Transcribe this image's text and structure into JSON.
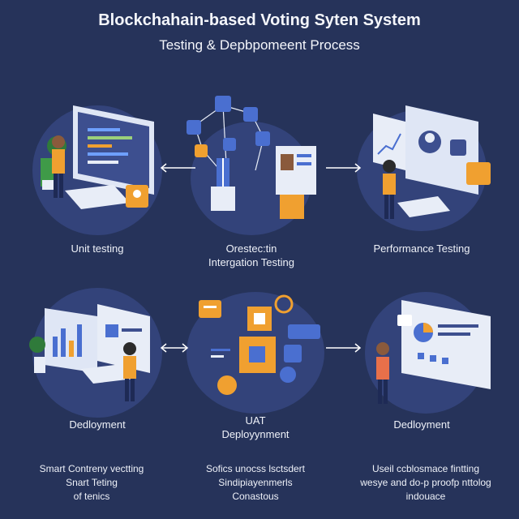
{
  "header": {
    "title": "Blockchahain-based Voting Syten System",
    "subtitle": "Testing & Depbpomeent Process"
  },
  "stages": [
    {
      "label": "Unit testing"
    },
    {
      "label_line1": "Orestec:tin",
      "label_line2": "Intergation Testing"
    },
    {
      "label": "Performance Testing"
    },
    {
      "label": "Dedloyment"
    },
    {
      "label_line1": "UAT",
      "label_line2": "Deployynment"
    },
    {
      "label": "Dedloyment"
    }
  ],
  "footer": [
    {
      "line1": "Smart Contreny vectting",
      "line2": "Snart Teting",
      "line3": "of tenics"
    },
    {
      "line1": "Sofics unocss lsctsdert",
      "line2": "Sindipiayenmerls",
      "line3": "Conastous"
    },
    {
      "line1": "Useil ccblosmace fintting",
      "line2": "wesye and do-p proofp nttolog",
      "line3": "indouace"
    }
  ],
  "colors": {
    "background": "#26335a",
    "disc": "#33437a",
    "accent_orange": "#f0a030",
    "accent_blue": "#4a6fd0",
    "screen": "#e8edf7"
  },
  "icons": [
    "monitor-icon",
    "person-icon",
    "network-icon",
    "cube-icon",
    "chart-icon",
    "arrow-icon"
  ]
}
